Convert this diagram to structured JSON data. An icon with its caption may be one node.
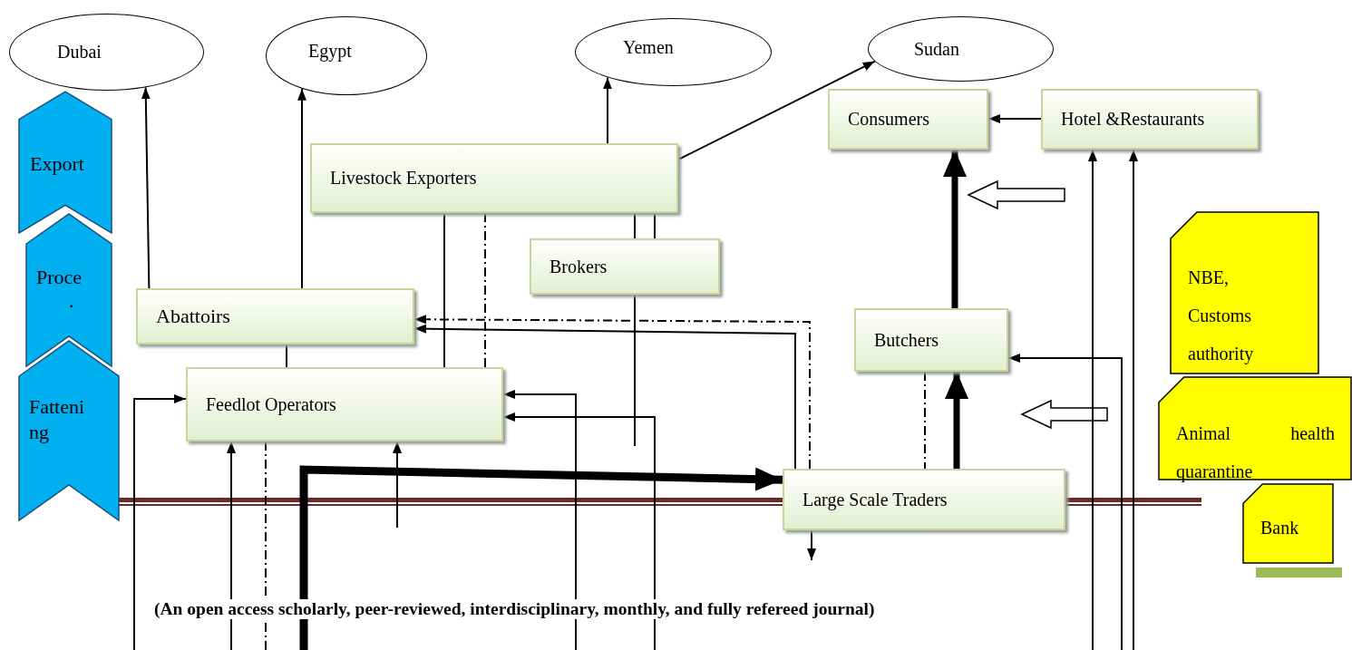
{
  "diagram": {
    "nodes": [
      {
        "text": [
          "Dubai"
        ]
      },
      {
        "text": [
          "Egypt"
        ]
      },
      {
        "text": [
          "Yemen"
        ]
      },
      {
        "text": [
          "Sudan"
        ]
      },
      {
        "text": [
          "Export"
        ]
      },
      {
        "text": [
          "Proce",
          "."
        ]
      },
      {
        "text": [
          "Fatteni ng"
        ]
      },
      {
        "text": [
          "Livestock Exporters"
        ]
      },
      {
        "text": [
          "Consumers"
        ]
      },
      {
        "text": [
          "Hotel &Restaurants"
        ]
      },
      {
        "text": [
          "Brokers"
        ]
      },
      {
        "text": [
          "Abattoirs"
        ]
      },
      {
        "text": [
          "Butchers"
        ]
      },
      {
        "text": [
          "Feedlot Operators"
        ]
      },
      {
        "text": [
          "Large Scale Traders"
        ]
      },
      {
        "text": [
          "NBE, Customs authority"
        ]
      },
      {
        "text": [
          "Animal health quarantine"
        ]
      },
      {
        "text": [
          "Bank"
        ]
      }
    ],
    "edges": [
      {
        "from": 11,
        "to": 0,
        "arrow": "to"
      },
      {
        "from": 11,
        "to": 1,
        "arrow": "to"
      },
      {
        "from": 7,
        "to": 2,
        "arrow": "to"
      },
      {
        "from": 7,
        "to": 3,
        "arrow": "to"
      },
      {
        "from": 9,
        "to": 8,
        "arrow": "to"
      },
      {
        "from": 12,
        "to": 8,
        "arrow": "to",
        "style": "thick"
      },
      {
        "from": 14,
        "to": 12,
        "arrow": "to",
        "style": "thick"
      },
      {
        "from": 14,
        "to": 11,
        "arrow": "to",
        "style": "dashed"
      },
      {
        "from": 14,
        "to": 11,
        "arrow": "to"
      },
      {
        "from": null,
        "to": 14,
        "arrow": "to",
        "style": "thick"
      },
      {
        "from": null,
        "to": 13,
        "arrow": "to"
      },
      {
        "from": null,
        "to": 13,
        "arrow": "to"
      },
      {
        "from": null,
        "to": 13,
        "arrow": "to"
      },
      {
        "from": null,
        "to": 13,
        "arrow": "to"
      },
      {
        "from": null,
        "to": 13,
        "arrow": "to"
      },
      {
        "from": null,
        "to": 9,
        "arrow": "to"
      },
      {
        "from": null,
        "to": 9,
        "arrow": "to"
      },
      {
        "from": null,
        "to": 12,
        "arrow": "to"
      },
      {
        "from": 13,
        "to": null,
        "arrow": "none",
        "style": "dashed"
      },
      {
        "from": 7,
        "to": 13,
        "arrow": "none",
        "style": "dashed"
      },
      {
        "from": 12,
        "to": 14,
        "arrow": "none",
        "style": "dashed"
      },
      {
        "from": 7,
        "to": 13,
        "arrow": "none"
      },
      {
        "from": 7,
        "to": 10,
        "arrow": "none"
      },
      {
        "from": 7,
        "to": 10,
        "arrow": "none"
      },
      {
        "from": 10,
        "to": null,
        "arrow": "none"
      },
      {
        "from": 11,
        "to": 13,
        "arrow": "none"
      },
      {
        "from": 14,
        "to": null,
        "arrow": "to"
      }
    ],
    "labels": [
      "(An open access scholarly, peer-reviewed, interdisciplinary, monthly, and fully refereed journal)"
    ]
  }
}
